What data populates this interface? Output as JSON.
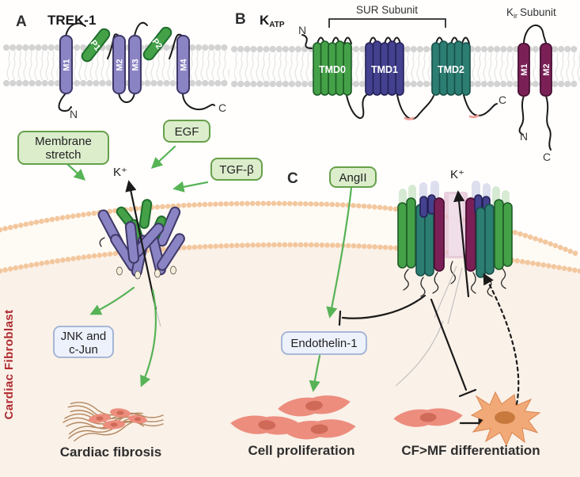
{
  "panel_a": {
    "label": "A",
    "title": "TREK-1",
    "m1": "M1",
    "p1": "P1",
    "m2": "M2",
    "m3": "M3",
    "p2": "P2",
    "m4": "M4",
    "n_label": "N",
    "c_label": "C",
    "k_label": "K⁺"
  },
  "panel_b": {
    "label": "B",
    "k": "K",
    "k_sub": "ATP",
    "sur_label": "SUR Subunit",
    "tmd0": "TMD0",
    "tmd1": "TMD1",
    "tmd2": "TMD2",
    "n_label": "N",
    "c_label": "C",
    "kir": {
      "k": "K",
      "k_sub": "ir",
      "word": "Subunit",
      "m1": "M1",
      "m2": "M2",
      "n_label": "N",
      "c_label": "C"
    }
  },
  "panel_c": {
    "label": "C",
    "k_label": "K⁺"
  },
  "stimuli": {
    "membrane_stretch_line1": "Membrane",
    "membrane_stretch_line2": "stretch",
    "egf": "EGF",
    "tgf_beta": "TGF-β",
    "ang_ii": "AngII"
  },
  "mediators": {
    "jnk_line1": "JNK and",
    "jnk_line2": "c-Jun",
    "endothelin": "Endothelin-1"
  },
  "outcomes": {
    "cardiac_fibrosis": "Cardiac fibrosis",
    "cell_proliferation": "Cell proliferation",
    "cf_mf_differentiation": "CF>MF differentiation"
  },
  "sidebar": {
    "cell_type": "Cardiac Fibroblast"
  },
  "colors": {
    "helix_purple": "#8a84c4",
    "pore_green": "#44a148",
    "tmd0_green": "#44a148",
    "tmd1_navy": "#44418f",
    "tmd2_teal": "#2c7d72",
    "kir_magenta": "#7b2057",
    "lipid_grey": "#d3d3d3",
    "cell_membrane_peach": "#f3c79e",
    "cytoplasm": "#faf1e8",
    "arrow_green": "#56b356",
    "arrow_black": "#1a1a1a",
    "box_green_fill": "#dcedcc",
    "box_green_border": "#67a04a",
    "box_blue_fill": "#edf1fb",
    "box_blue_border": "#9db0d4",
    "sidebar_red": "#b02a30",
    "cell_salmon": "#ec8d7e",
    "cell_nucleus": "#d06a58",
    "myofibroblast_orange": "#f2a978",
    "myofibroblast_nucleus": "#c87a3e",
    "fibrosis_fiber": "#b3875f",
    "pore_pink": "#e3c3d4"
  }
}
